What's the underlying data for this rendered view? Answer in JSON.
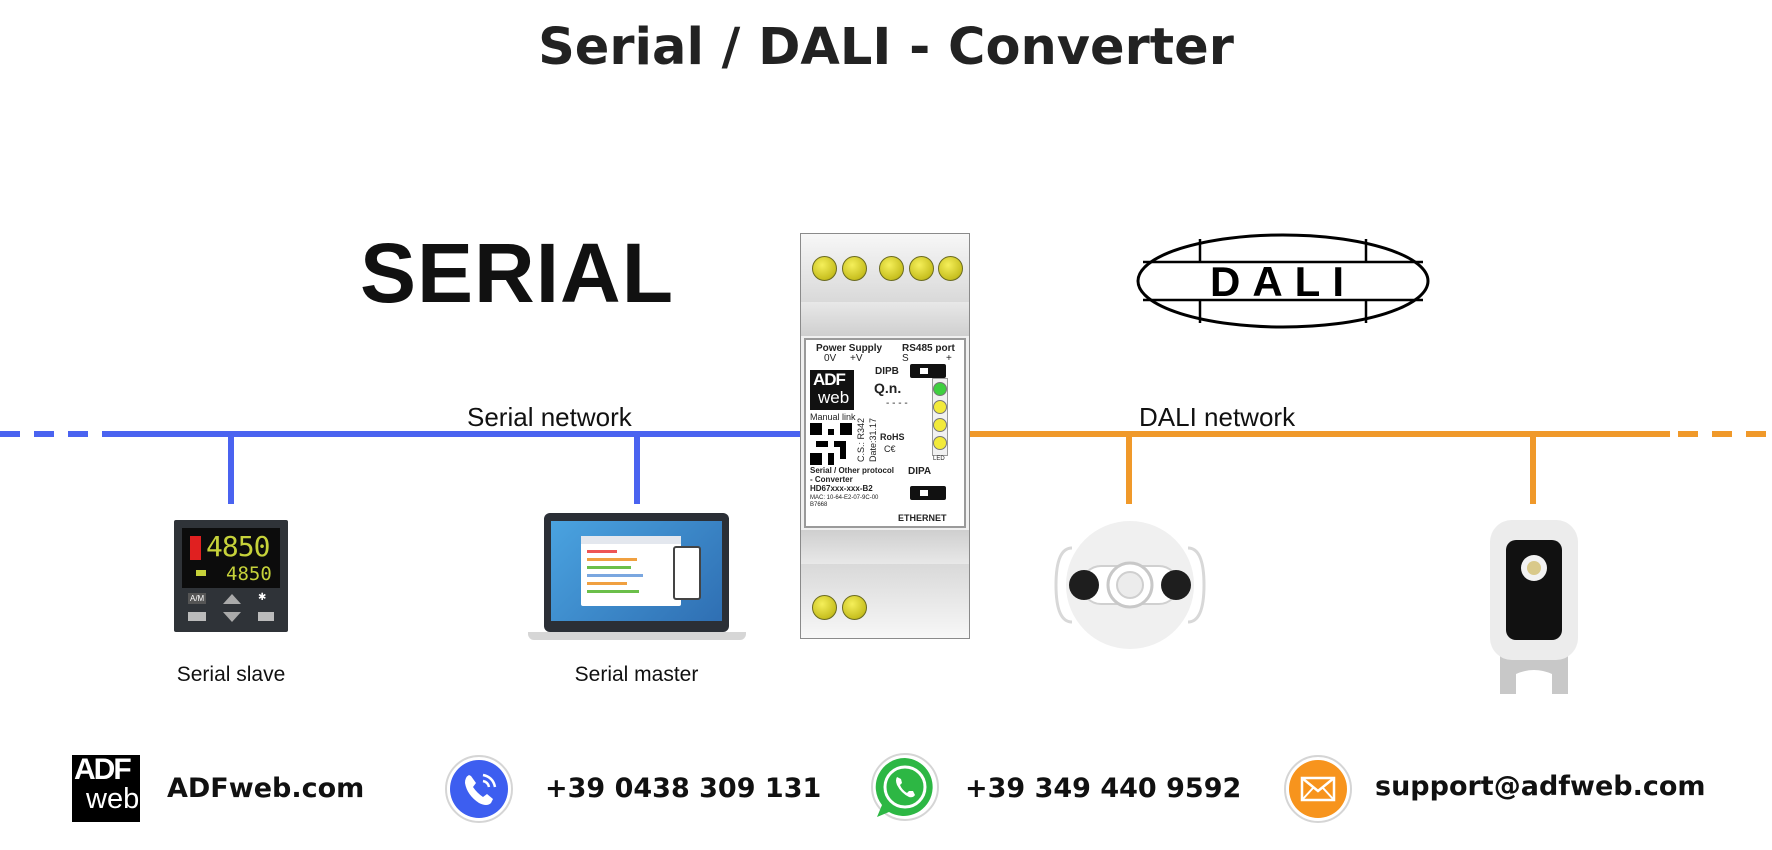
{
  "title": "Serial / DALI - Converter",
  "serial_heading": "SERIAL",
  "dali_logo_text": "DALI",
  "networks": {
    "serial": "Serial network",
    "dali": "DALI network"
  },
  "devices": {
    "serial_slave": "Serial slave",
    "serial_master": "Serial master",
    "thermostat_display_top": "4850",
    "thermostat_display_bottom": "4850",
    "thermostat_key_am": "A/M",
    "thermostat_key_star": "✱"
  },
  "converter": {
    "power_supply": "Power Supply",
    "zero_v": "0V",
    "plus_v": "+V",
    "rs485_port": "RS485 port",
    "s_pin": "S",
    "plus_pin": "+",
    "dipb": "DIPB",
    "dipa": "DIPA",
    "qn": "Q.n.",
    "dashes": "- - - -",
    "brand_line1": "ADF",
    "brand_line2": "web",
    "manual_link": "Manual link",
    "cs": "C.S.: R342",
    "date": "Date:31.17",
    "rohs": "RoHS",
    "product_line1": "Serial / Other protocol",
    "product_line2": "- Converter",
    "product_code": "HD67xxx-xxx-B2",
    "mac": "MAC: 10-64-E2-07-9C-00",
    "mac2": "B7668",
    "ethernet": "ETHERNET",
    "led_label": "LED"
  },
  "footer": {
    "brand_logo_top": "ADF",
    "brand_logo_bottom": "web",
    "website": "ADFweb.com",
    "phone": "+39 0438 309 131",
    "whatsapp": "+39 349 440 9592",
    "email": "support@adfweb.com"
  },
  "colors": {
    "serial_line": "#4a63f0",
    "dali_line": "#f0992a",
    "phone_icon_bg": "#3d5ef0",
    "whatsapp_icon_bg": "#2db744",
    "email_icon_bg": "#f7941d"
  }
}
